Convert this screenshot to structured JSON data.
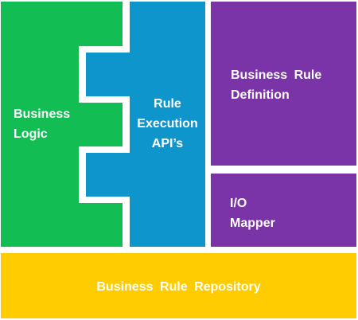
{
  "diagram": {
    "blocks": {
      "business_logic": {
        "lines": [
          "Business",
          "Logic"
        ],
        "color": "#12bd54"
      },
      "rule_execution": {
        "lines": [
          "Rule",
          "Execution",
          "API’s"
        ],
        "color": "#0e96cc"
      },
      "rule_definition": {
        "lines": [
          "Business Rule",
          "Definition"
        ],
        "color": "#7a34a8"
      },
      "io_mapper": {
        "lines": [
          "I/O",
          "Mapper"
        ],
        "color": "#7a34a8"
      },
      "rule_repository": {
        "lines": [
          "Business Rule Repository"
        ],
        "color": "#fecc00"
      }
    }
  }
}
